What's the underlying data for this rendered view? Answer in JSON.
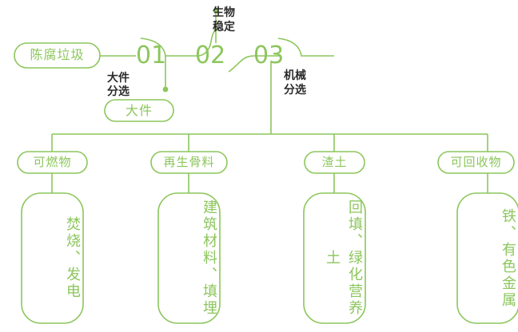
{
  "diagram": {
    "type": "process-flowchart",
    "accent_color": "#8cc65c",
    "line_color": "#8cc65c",
    "note_color": "#2b2b2b",
    "background": "#ffffff",
    "source": {
      "label": "陈腐垃圾",
      "shape": "pill"
    },
    "steps": [
      {
        "number": "01",
        "note": "大件\n分选",
        "output": "大件"
      },
      {
        "number": "02",
        "note": "生物\n稳定",
        "output": null
      },
      {
        "number": "03",
        "note": "机械\n分选",
        "output": null
      }
    ],
    "step_notes": {
      "step1_note_line1": "大件",
      "step1_note_line2": "分选",
      "step2_note_line1": "生物",
      "step2_note_line2": "稳定",
      "step3_note_line1": "机械",
      "step3_note_line2": "分选"
    },
    "intermediate_output": {
      "label": "大件",
      "shape": "pill"
    },
    "outputs": [
      {
        "category": "可燃物",
        "destination": "焚烧、发电"
      },
      {
        "category": "再生骨料",
        "destination": "建筑材料、填埋"
      },
      {
        "category": "渣土",
        "destination": "回填、绿化营养土"
      },
      {
        "category": "可回收物",
        "destination": "铁、有色金属"
      }
    ],
    "icons": {
      "node_marker": "dot-marker-icon"
    }
  }
}
